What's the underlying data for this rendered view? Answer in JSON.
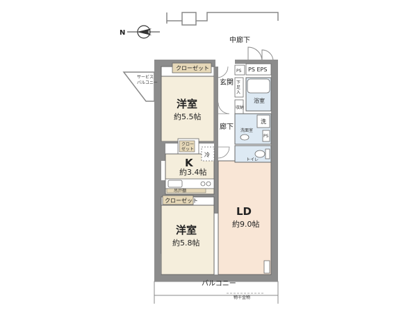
{
  "compass": {
    "label": "N"
  },
  "labels": {
    "naka_rouka": "中廊下",
    "service_balcony_1": "サービス",
    "service_balcony_2": "バルコニー",
    "ps_small": "PS",
    "ps_eps": "PS EPS",
    "genkan": "玄関",
    "getabako_1": "下",
    "getabako_2": "足",
    "getabako_3": "入",
    "shunou": "収納",
    "yokushitsu": "浴室",
    "rouka": "廊下",
    "sen": "洗",
    "senmenshitsu": "洗面室",
    "ps_side": "PS",
    "toilet": "トイレ",
    "closet_top": "クローゼット",
    "closet_small_1": "クロー",
    "closet_small_2": "ゼット",
    "rei": "冷",
    "kitchen_cabinet": "吊戸棚",
    "closet_bottom": "クローゼット",
    "balcony": "バルコニー",
    "monohoshi": "物干金物"
  },
  "rooms": {
    "youshitsu_top": {
      "name": "洋室",
      "area": "約5.5帖"
    },
    "kitchen": {
      "name": "K",
      "area": "約3.4帖"
    },
    "youshitsu_bottom": {
      "name": "洋室",
      "area": "約5.8帖"
    },
    "ld": {
      "name": "LD",
      "area": "約9.0帖"
    }
  },
  "colors": {
    "wall": "#8c8c8c",
    "wood_room": "#f5eedc",
    "ld_floor": "#f9e6d6",
    "wet_area": "#dde9f3",
    "tag_fill": "#e6d8b8",
    "line": "#555555"
  }
}
